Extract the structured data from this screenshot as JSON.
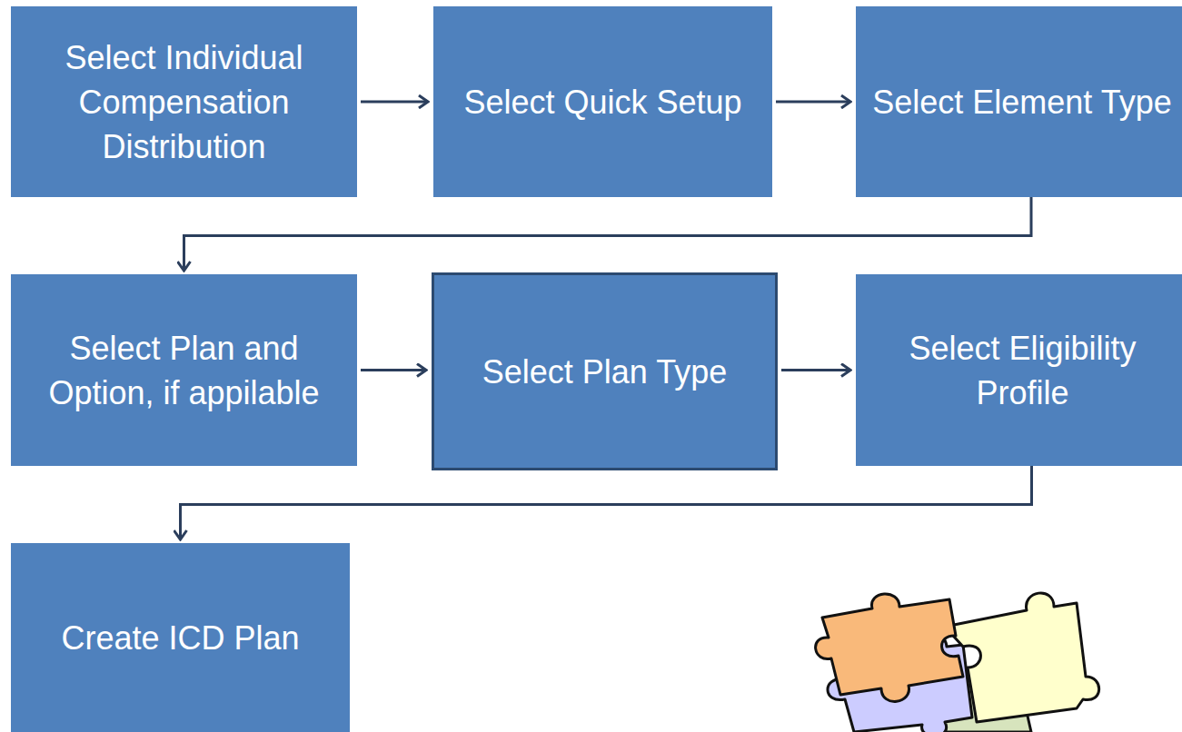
{
  "diagram": {
    "nodes": [
      {
        "text": [
          "Select Individual Compensation Distribution"
        ]
      },
      {
        "text": [
          "Select Quick Setup"
        ]
      },
      {
        "text": [
          "Select Element Type"
        ]
      },
      {
        "text": [
          "Select Plan and Option, if appilable"
        ]
      },
      {
        "text": [
          "Select Plan Type"
        ]
      },
      {
        "text": [
          "Select Eligibility Profile"
        ]
      },
      {
        "text": [
          "Create ICD Plan"
        ]
      }
    ],
    "edges": [
      {
        "from": 0,
        "to": 1,
        "arrow": "to"
      },
      {
        "from": 1,
        "to": 2,
        "arrow": "to"
      },
      {
        "from": 2,
        "to": 3,
        "arrow": "to"
      },
      {
        "from": 3,
        "to": 4,
        "arrow": "to"
      },
      {
        "from": 4,
        "to": 5,
        "arrow": "to"
      },
      {
        "from": 5,
        "to": 6,
        "arrow": "to"
      }
    ]
  }
}
